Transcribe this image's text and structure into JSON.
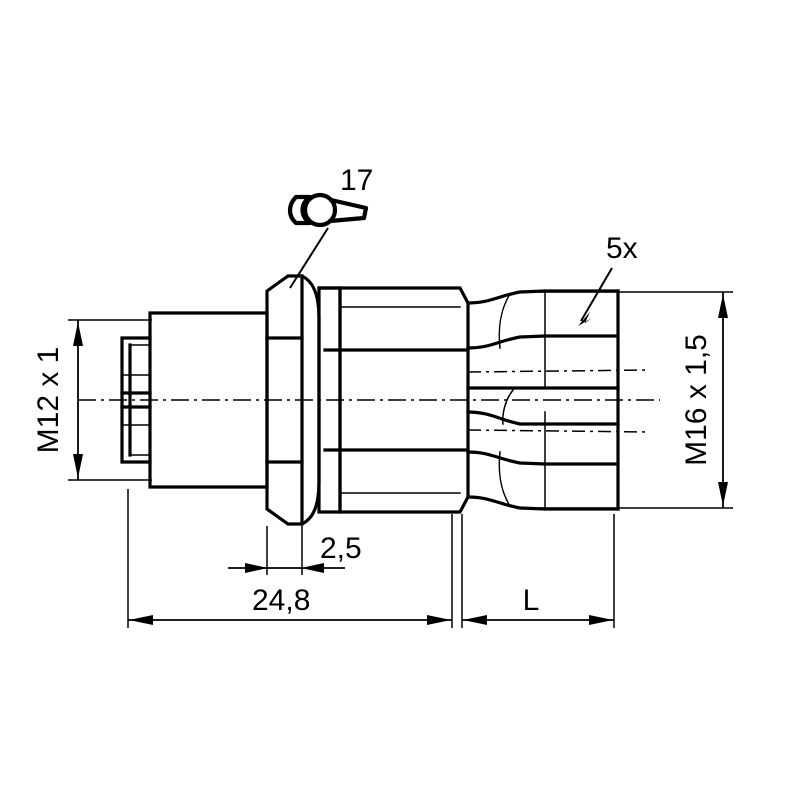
{
  "drawing": {
    "title": "Connector assembly technical drawing",
    "line_color": "#000000",
    "background_color": "#ffffff"
  },
  "labels": {
    "wrench_size": "17",
    "thread_left": "M12 x 1",
    "thread_right": "M16 x 1,5",
    "cable_count": "5x",
    "dim_overall": "24,8",
    "dim_small": "2,5",
    "dim_length": "L"
  },
  "icons": {
    "wrench": "open-end-wrench"
  },
  "chart_data": {
    "type": "table",
    "title": "Connector assembly dimensions",
    "categories": [
      "M12 x 1",
      "M16 x 1,5",
      "24,8",
      "2,5",
      "L",
      "17",
      "5x"
    ],
    "values": [
      12,
      16,
      24.8,
      2.5,
      0,
      17,
      5
    ]
  }
}
